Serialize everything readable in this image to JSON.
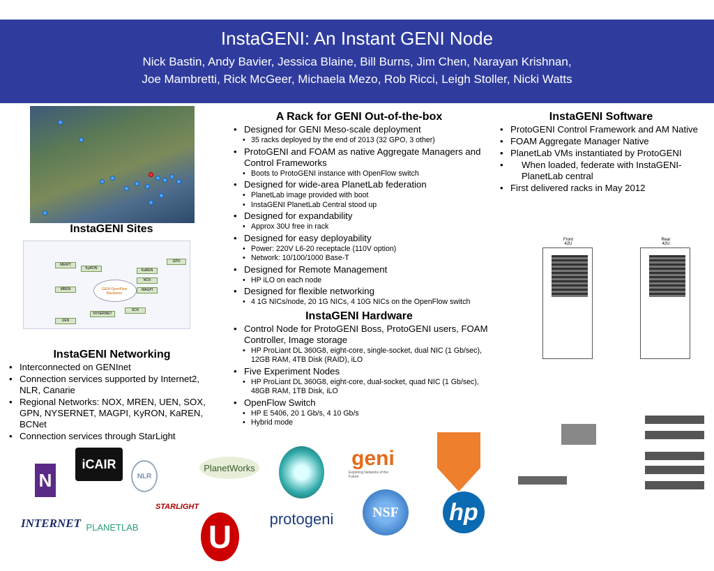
{
  "header": {
    "title": "InstaGENI: An Instant GENI Node",
    "authors_line1": "Nick Bastin, Andy Bavier, Jessica Blaine, Bill Burns, Jim Chen, Narayan Krishnan,",
    "authors_line2": "Joe Mambretti, Rick McGeer, Michaela Mezo,  Rob Ricci, Leigh Stoller, Nicki Watts"
  },
  "sites": {
    "caption": "InstaGENI Sites"
  },
  "networking": {
    "title": "InstaGENI Networking",
    "items": [
      "Interconnected on GENInet",
      "Connection services supported by Internet2, NLR, Canarie",
      "Regional Networks: NOX, MREN, UEN, SOX, GPN, NYSERNET, MAGPI, KyRON, KaREN, BCNet",
      "Connection services through StarLight"
    ]
  },
  "netdiag": {
    "nodes": [
      "MERIT",
      "MREN",
      "KyRON",
      "KaREN",
      "NOX",
      "MAGPI",
      "GPO",
      "UEN",
      "NYSERNET",
      "SOX"
    ],
    "cloud_label": "GENI OpenFlow Backbone"
  },
  "rack": {
    "title": "A Rack for GENI Out-of-the-box",
    "items": [
      {
        "text": "Designed for GENI Meso-scale deployment",
        "sub": [
          "35 racks deployed by the end of 2013 (32 GPO, 3 other)"
        ]
      },
      {
        "text": "ProtoGENI and FOAM as native Aggregate Managers and Control Frameworks",
        "sub": [
          "Boots to ProtoGENI instance with OpenFlow switch"
        ]
      },
      {
        "text": "Designed for wide-area PlanetLab federation",
        "sub": [
          "PlanetLab image provided with boot",
          "InstaGENI PlanetLab Central stood up"
        ]
      },
      {
        "text": "Designed for expandability",
        "sub": [
          "Approx 30U free in rack"
        ]
      },
      {
        "text": "Designed for easy deployability",
        "sub": [
          "Power: 220V L6-20 receptacle (110V option)",
          "Network: 10/100/1000 Base-T"
        ]
      },
      {
        "text": "Designed for Remote Management",
        "sub": [
          "HP iLO on each node"
        ]
      },
      {
        "text": "Designed for flexible networking",
        "sub": [
          "4 1G NICs/node, 20 1G NICs, 4 10G NICs on the OpenFlow switch"
        ]
      }
    ]
  },
  "hardware": {
    "title": "InstaGENI Hardware",
    "items": [
      {
        "text": "Control Node for ProtoGENI Boss, ProtoGENI users, FOAM Controller, Image storage",
        "sub": [
          "HP ProLiant DL 360G8, eight-core, single-socket, dual NIC (1 Gb/sec), 12GB RAM, 4TB Disk (RAID), iLO"
        ]
      },
      {
        "text": "Five Experiment Nodes",
        "sub": [
          "HP ProLiant DL 360G8, eight-core, dual-socket, quad NIC (1 Gb/sec), 48GB RAM, 1TB Disk, iLO"
        ]
      },
      {
        "text": "OpenFlow Switch",
        "sub": [
          "HP E 5406, 20 1 Gb/s, 4 10 Gb/s",
          "Hybrid mode"
        ]
      }
    ]
  },
  "software": {
    "title": "InstaGENI Software",
    "items": [
      {
        "text": "ProtoGENI Control Framework and AM Native",
        "level": 1
      },
      {
        "text": "FOAM Aggregate Manager Native",
        "level": 1
      },
      {
        "text": "PlanetLab VMs instantiated by ProtoGENI",
        "level": 1
      },
      {
        "text": "When loaded, federate with InstaGENI-PlanetLab central",
        "level": 2
      },
      {
        "text": "First delivered racks in May 2012",
        "level": 1
      }
    ]
  },
  "rack_diagram": {
    "front": "Front",
    "rear": "Rear",
    "units": "42U"
  },
  "logos": {
    "icair": "iCAIR",
    "nlr": "NLR",
    "planetworks": "PlanetWorks",
    "geni": "geni",
    "geni_tag": "Exploring Networks of the Future",
    "internet2": "INTERNET",
    "planetlab": "PLANETLAB",
    "starlight": "STARLIGHT",
    "utah": "U",
    "protogeni": "protogeni",
    "nsf": "NSF",
    "hp": "hp"
  }
}
